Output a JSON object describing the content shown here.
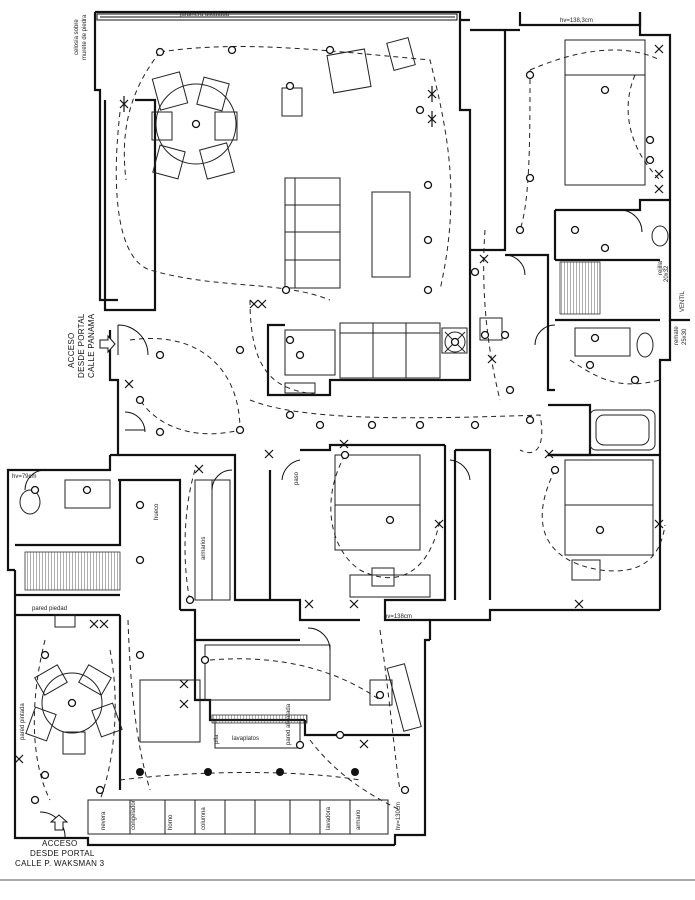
{
  "labels": {
    "jardinera_top": "jardinera alicatada",
    "celosia_1": "celosía sobre",
    "celosia_2": "murete de piedra",
    "hv_top": "hv=138,3cm",
    "acceso_top_1": "ACCESO",
    "acceso_top_2": "DESDE PORTAL",
    "acceso_top_3": "CALLE PANAMA",
    "acceso_bottom_1": "ACCESO",
    "acceso_bottom_2": "DESDE PORTAL",
    "acceso_bottom_3": "CALLE P. WAKSMAN 3",
    "hv_mid": "hv=138cm",
    "hv_left": "hv=79cm",
    "hv_bottom": "hv=130cm",
    "rejilla": "rejilla",
    "ventil": "VENTIL",
    "dim1": "25x30",
    "dim2": "20x32",
    "remate": "remate",
    "pared_piedad": "pared piedad",
    "pared_pintada": "pared pintada",
    "pared_alicatada": "pared alicatada",
    "armarios": "armarios",
    "lavaplatos": "lavaplatos",
    "pileta": "pila",
    "frigo": "congelador",
    "horno": "horno",
    "columna": "columna",
    "nevera": "nevera",
    "lavadora": "lavadora",
    "armario": "armario",
    "hueco": "hueco",
    "paso": "paso"
  }
}
